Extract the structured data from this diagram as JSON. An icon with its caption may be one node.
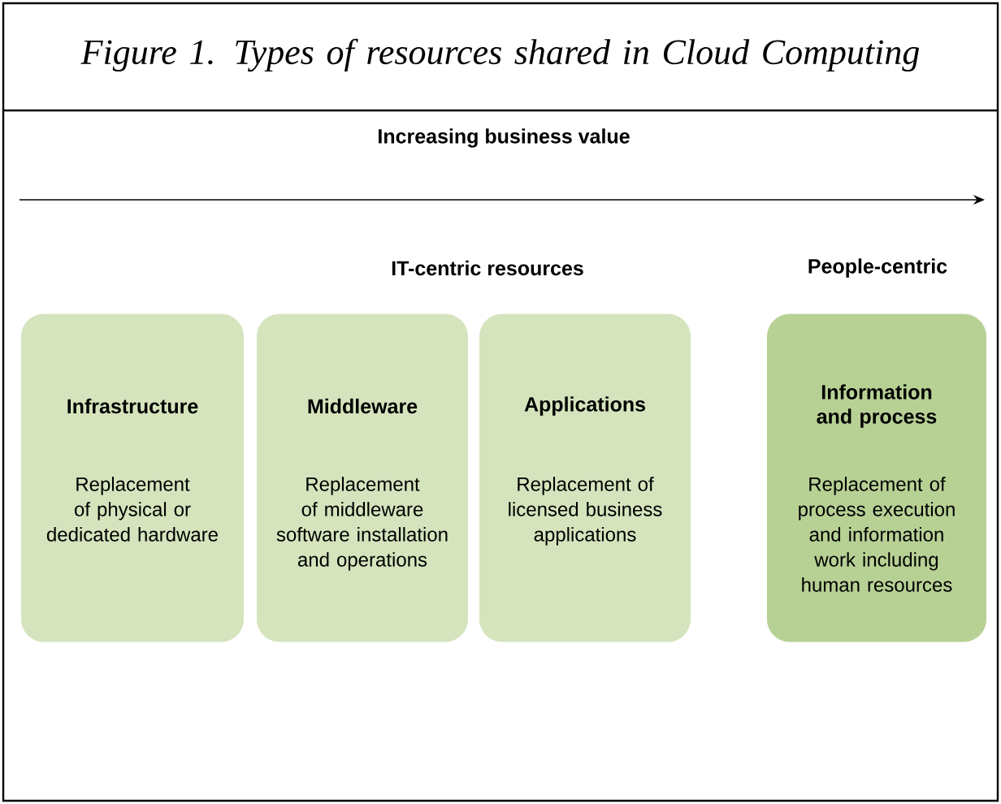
{
  "diagram": {
    "title": "Figure 1. Types of resources shared in Cloud Computing",
    "nodes": [
      {
        "text": [
          "Infrastructure",
          "Replacement of physical or dedicated hardware"
        ]
      },
      {
        "text": [
          "Middleware",
          "Replacement of middleware software installation and operations"
        ]
      },
      {
        "text": [
          "Applications",
          "Replacement of licensed business applications"
        ]
      },
      {
        "text": [
          "Information and process",
          "Replacement of process execution and information work including human resources"
        ]
      }
    ],
    "labels": [
      "Increasing business value",
      "IT-centric resources",
      "People-centric"
    ]
  }
}
